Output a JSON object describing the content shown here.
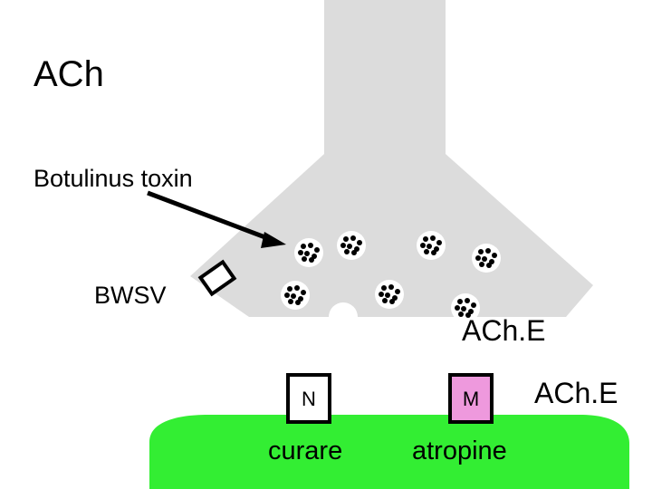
{
  "title": "ACh",
  "labels": {
    "toxin": "Botulinus toxin",
    "bwsv": "BWSV",
    "ache_cleft": "ACh.E",
    "ache_membrane": "ACh.E",
    "curare": "curare",
    "atropine": "atropine"
  },
  "receptors": {
    "nicotinic": "N",
    "muscarinic": "M"
  },
  "colors": {
    "terminal": "#dcdcdc",
    "postsynaptic": "#33ee33",
    "muscarinic_fill": "#ee99dd",
    "nicotinic_fill": "#ffffff"
  }
}
